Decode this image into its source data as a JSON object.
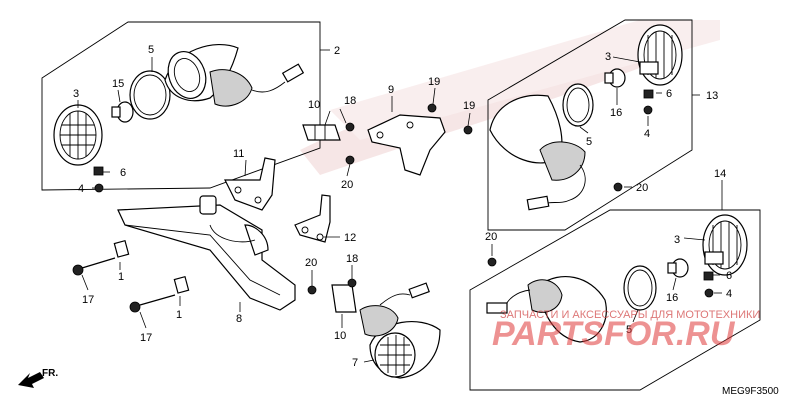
{
  "diagram": {
    "code": "MEG9F3500",
    "front_label": "FR.",
    "watermark": {
      "caption": "ЗАПЧАСТИ И АКСЕССУАРЫ ДЛЯ МОТОТЕХНИКИ",
      "logo": "PARTSFOR.RU"
    },
    "callouts": [
      "1",
      "1",
      "2",
      "3",
      "3",
      "3",
      "4",
      "4",
      "4",
      "5",
      "5",
      "5",
      "6",
      "6",
      "6",
      "7",
      "8",
      "9",
      "10",
      "10",
      "11",
      "12",
      "13",
      "14",
      "15",
      "16",
      "16",
      "17",
      "17",
      "18",
      "18",
      "19",
      "19",
      "20",
      "20",
      "20",
      "20"
    ]
  }
}
